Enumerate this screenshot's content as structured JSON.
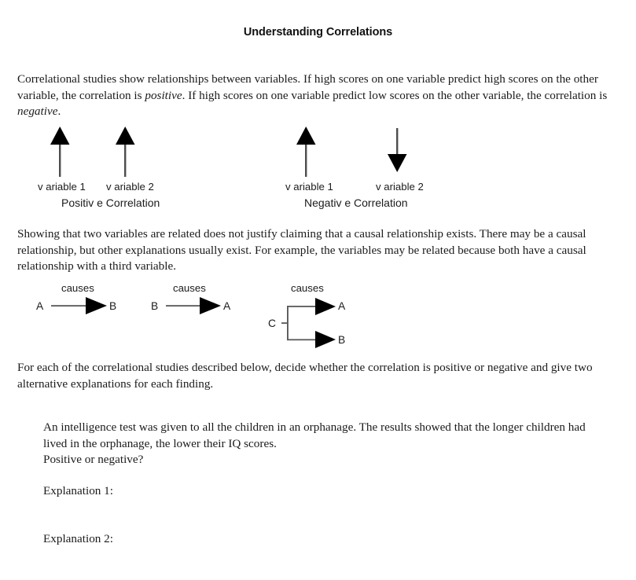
{
  "document": {
    "title": "Understanding Correlations",
    "paragraphs": {
      "intro_part1": "Correlational studies show relationships between variables. If high scores on one variable predict high scores on the other variable, the correlation is ",
      "intro_em1": "positive",
      "intro_part2": ". If high scores on one variable predict low scores on the other variable, the correlation is ",
      "intro_em2": "negative",
      "intro_part3": ".",
      "causal": "Showing that two variables are related does not justify claiming that a causal relationship exists. There may be a causal relationship, but other explanations usually exist. For example, the variables may be related because both have a causal relationship with a third variable.",
      "task": "For each of the correlational studies described below, decide whether the correlation is positive or negative and give two alternative explanations for each finding."
    },
    "correlation_diagrams": [
      {
        "id": "positive",
        "variable_1_label": "v ariable 1",
        "variable_2_label": "v ariable 2",
        "caption": "Positiv e Correlation",
        "arrow_1_direction": "up",
        "arrow_2_direction": "up"
      },
      {
        "id": "negative",
        "variable_1_label": "v ariable 1",
        "variable_2_label": "v ariable 2",
        "caption": "Negativ e Correlation",
        "arrow_1_direction": "up",
        "arrow_2_direction": "down"
      }
    ],
    "causal_diagrams": [
      {
        "id": "a-causes-b",
        "causes_label": "causes",
        "source": "A",
        "target": "B"
      },
      {
        "id": "b-causes-a",
        "causes_label": "causes",
        "source": "B",
        "target": "A"
      },
      {
        "id": "c-causes-a-and-b",
        "causes_label": "causes",
        "source": "C",
        "target_top": "A",
        "target_bottom": "B"
      }
    ],
    "question": {
      "scenario": "An intelligence test was given to all the children in an orphanage. The results showed that the longer children had lived in the orphanage, the lower their IQ scores.",
      "prompt": "Positive or negative?",
      "explanation_1_label": "Explanation 1:",
      "explanation_2_label": "Explanation 2:"
    },
    "colors": {
      "text": "#1b1b1b",
      "arrow_fill": "#000000",
      "arrow_shaft": "#5a5a5a",
      "background": "#ffffff"
    }
  }
}
